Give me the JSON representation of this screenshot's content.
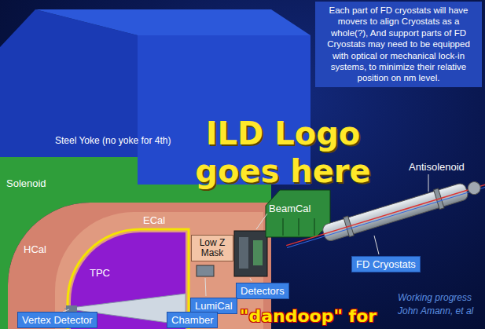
{
  "diagram": {
    "nodes": [
      {
        "text": [
          "Each part of FD cryostats will have movers to align Cryostats as a whole(?), And support parts of FD Cryostats may need to be equipped with optical or mechanical lock-in systems, to minimize their relative position on nm level."
        ]
      },
      {
        "text": [
          "Low Z Mask"
        ]
      },
      {
        "text": [
          "FD Cryostats"
        ]
      },
      {
        "text": [
          "Detectors"
        ]
      },
      {
        "text": [
          "LumiCal"
        ]
      },
      {
        "text": [
          "Vertex Detector"
        ]
      },
      {
        "text": [
          "Chamber"
        ]
      }
    ],
    "labels": [
      "Steel Yoke (no yoke for 4th)",
      "ILD Logo goes here",
      "Solenoid",
      "Antisolenoid",
      "BeamCal",
      "HCal",
      "ECal",
      "TPC",
      "Working progress",
      "John Amann, et al",
      "\"dandoop\" for"
    ]
  }
}
